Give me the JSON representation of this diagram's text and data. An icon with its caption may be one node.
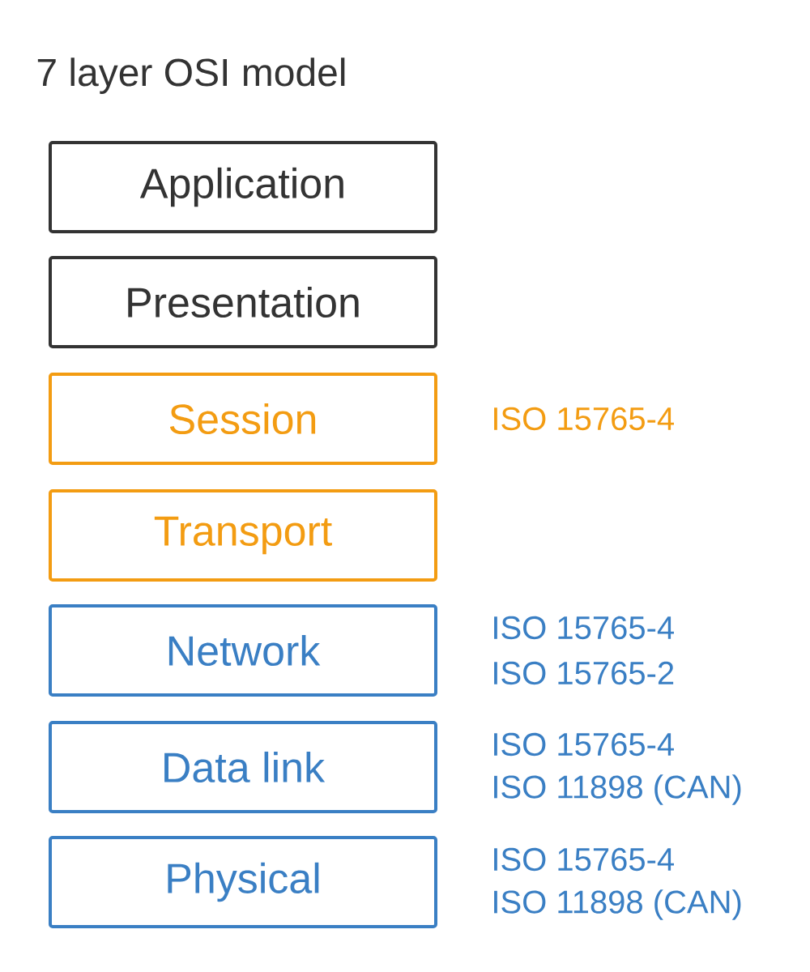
{
  "diagram": {
    "title": "7 layer OSI model",
    "nodes": [
      {
        "text": [
          "Application"
        ]
      },
      {
        "text": [
          "Presentation"
        ]
      },
      {
        "text": [
          "Session"
        ],
        "beside": [
          "ISO 15765-4"
        ]
      },
      {
        "text": [
          "Transport"
        ]
      },
      {
        "text": [
          "Network"
        ],
        "beside": [
          "ISO 15765-4",
          "ISO 15765-2"
        ]
      },
      {
        "text": [
          "Data link"
        ],
        "beside": [
          "ISO 15765-4",
          "ISO 11898 (CAN)"
        ]
      },
      {
        "text": [
          "Physical"
        ],
        "beside": [
          "ISO 15765-4",
          "ISO 11898 (CAN)"
        ]
      }
    ]
  }
}
